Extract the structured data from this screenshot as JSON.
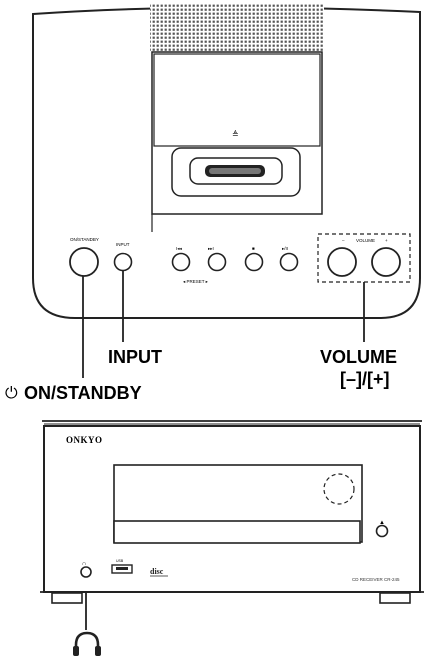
{
  "top_unit": {
    "buttons": {
      "on_standby": "ON/STANDBY",
      "input": "INPUT",
      "prev": "I◂◂",
      "next": "▸▸I",
      "stop": "■",
      "play_pause": "▸/II",
      "preset": "◂  PRESET  ▸",
      "volume": "VOLUME",
      "vol_minus": "–",
      "vol_plus": "+"
    },
    "eject_symbol": "≜"
  },
  "callouts": {
    "input": "INPUT",
    "volume": "VOLUME",
    "volume_keys": "[–]/[+]",
    "on_standby": "ON/STANDBY",
    "power_symbol": "⏻"
  },
  "bottom_unit": {
    "brand": "ONKYO",
    "usb_label": "USB",
    "disc_logo": "disc",
    "model_text": "CD RECEIVER  CR-245",
    "headphone_icon": "headphones-icon"
  }
}
